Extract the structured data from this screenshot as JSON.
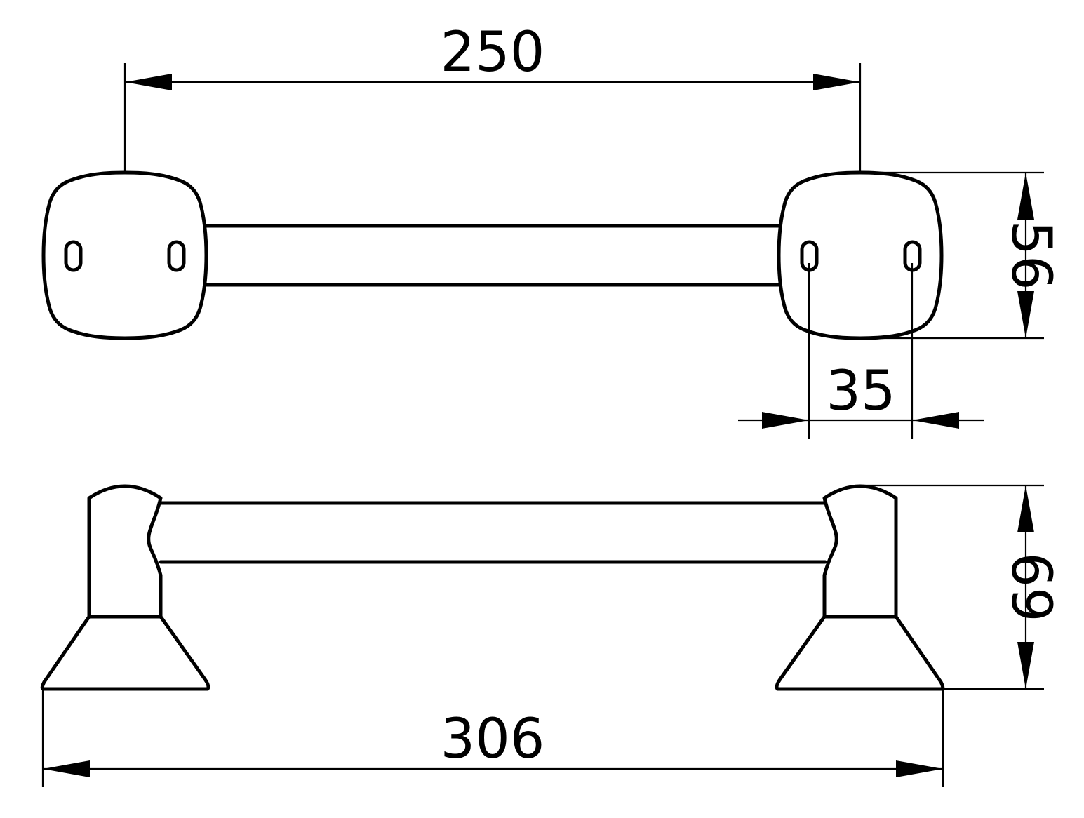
{
  "dimensions": {
    "mount_center_distance": "250",
    "base_height": "56",
    "hole_spacing": "35",
    "projection_depth": "69",
    "overall_length": "306"
  },
  "colors": {
    "line": "#000000",
    "background": "#ffffff"
  }
}
